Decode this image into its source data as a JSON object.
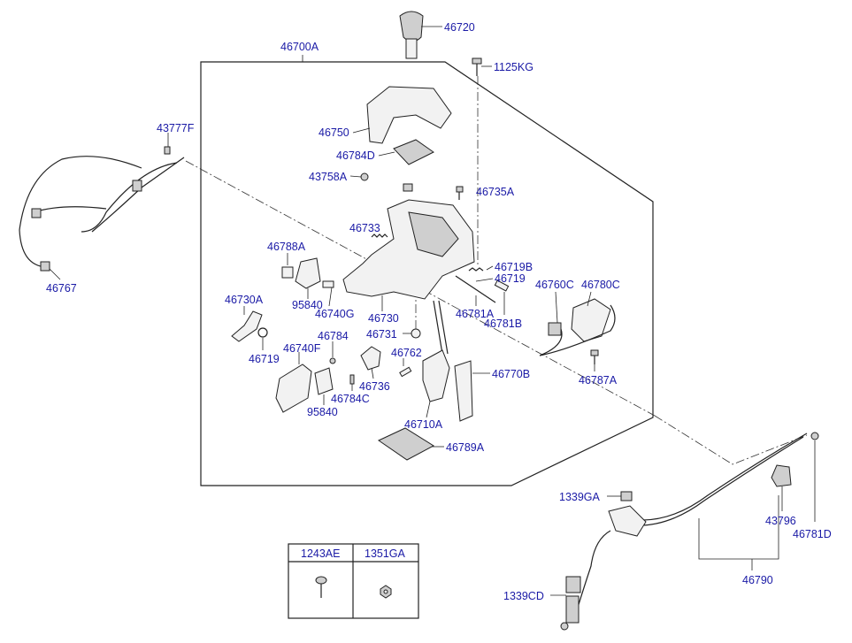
{
  "callouts": {
    "c46720": "46720",
    "c46700A": "46700A",
    "c1125KG": "1125KG",
    "c43777F": "43777F",
    "c46750": "46750",
    "c46784D": "46784D",
    "c43758A": "43758A",
    "c46735A": "46735A",
    "c46733": "46733",
    "c46788A": "46788A",
    "c46719B": "46719B",
    "c46719a": "46719",
    "c46760C": "46760C",
    "c46780C": "46780C",
    "c95840a": "95840",
    "c46740G": "46740G",
    "c46730": "46730",
    "c46781A": "46781A",
    "c46781B": "46781B",
    "c46730A": "46730A",
    "c46731": "46731",
    "c46784": "46784",
    "c46740F": "46740F",
    "c46719b": "46719",
    "c46762": "46762",
    "c46770B": "46770B",
    "c46736": "46736",
    "c46787A": "46787A",
    "c46784C": "46784C",
    "c95840b": "95840",
    "c46710A": "46710A",
    "c46789A": "46789A",
    "c46767": "46767",
    "c1339GA": "1339GA",
    "c43796": "43796",
    "c46781D": "46781D",
    "c46790": "46790",
    "c1339CD": "1339CD"
  },
  "legend_table": {
    "headers": [
      "1243AE",
      "1351GA"
    ],
    "icons": [
      "screw-icon",
      "nut-icon"
    ]
  }
}
